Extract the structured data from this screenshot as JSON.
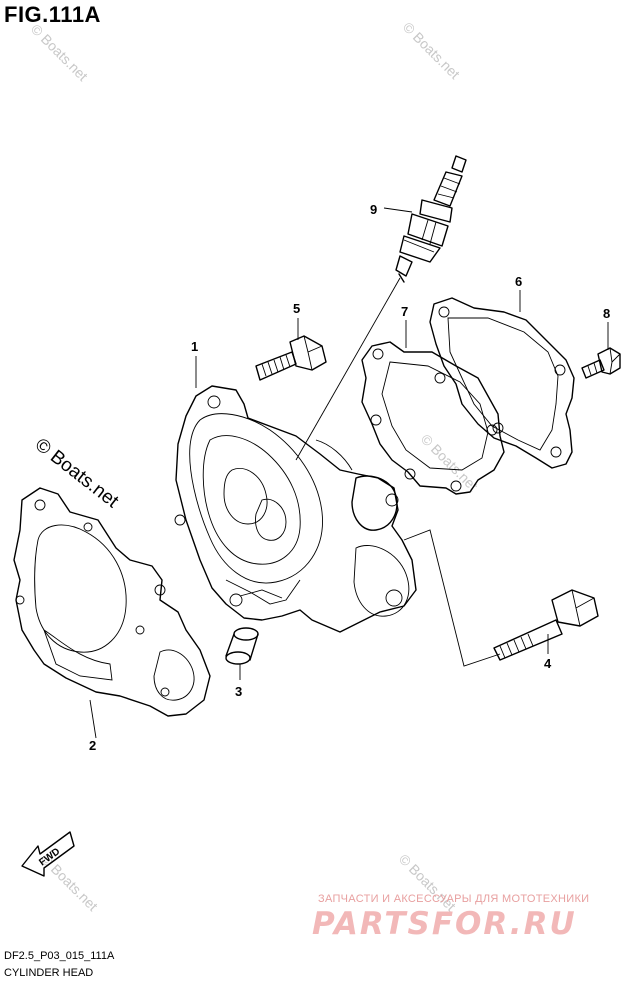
{
  "figure": {
    "title": "FIG.111A",
    "code": "DF2.5_P03_015_111A",
    "name": "CYLINDER HEAD",
    "fwd_label": "FWD"
  },
  "callouts": [
    "1",
    "2",
    "3",
    "4",
    "5",
    "6",
    "7",
    "8",
    "9"
  ],
  "watermarks": {
    "boats": "© Boats.net",
    "ru_line": "ЗАПЧАСТИ И АКСЕССУАРЫ ДЛЯ МОТОТЕХНИКИ",
    "ru_logo": "PARTSFOR.RU"
  }
}
